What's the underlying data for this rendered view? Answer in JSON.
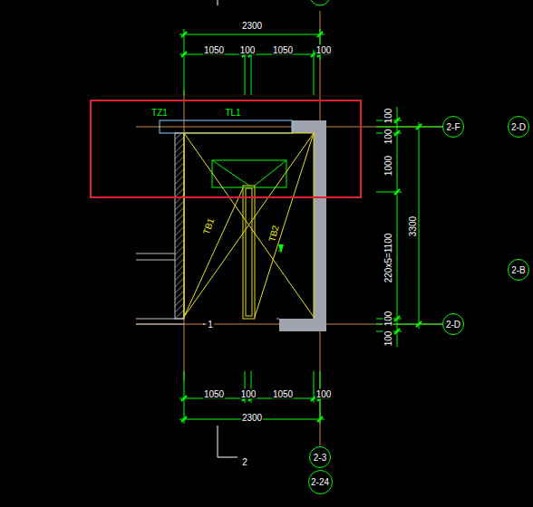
{
  "diagram": {
    "nodes": [
      {
        "text": [
          "2-F"
        ]
      },
      {
        "text": [
          "2-D"
        ]
      },
      {
        "text": [
          "2-B"
        ]
      },
      {
        "text": [
          "2-D"
        ]
      },
      {
        "text": [
          "2-3"
        ]
      },
      {
        "text": [
          "2-24"
        ]
      }
    ],
    "labels": [
      "2300",
      "1050",
      "100",
      "1050",
      "100",
      "TZ1",
      "TL1",
      "100",
      "100",
      "1000",
      "TB1",
      "TB2",
      "220x5=1100",
      "3300",
      "1",
      "100",
      "100",
      "1050",
      "100",
      "1050",
      "100",
      "2300",
      "2"
    ]
  }
}
